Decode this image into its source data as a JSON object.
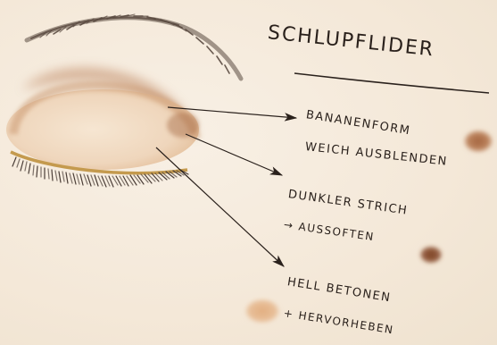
{
  "title": "SCHLUPFLIDER",
  "notes": [
    {
      "line1": "BANANENFORM",
      "line2": "WEICH AUSBLENDEN"
    },
    {
      "line1": "DUNKLER STRICH",
      "line2": "→ AUSSOFTEN"
    },
    {
      "line1": "HELL BETONEN",
      "line2": "+ HERVORHEBEN"
    }
  ],
  "colors": {
    "paper": "#f5ebdd",
    "banana_shade": "#b77a52",
    "dark_line": "#8a4e2e",
    "highlight": "#e6b88e",
    "ink": "#2a211c"
  }
}
